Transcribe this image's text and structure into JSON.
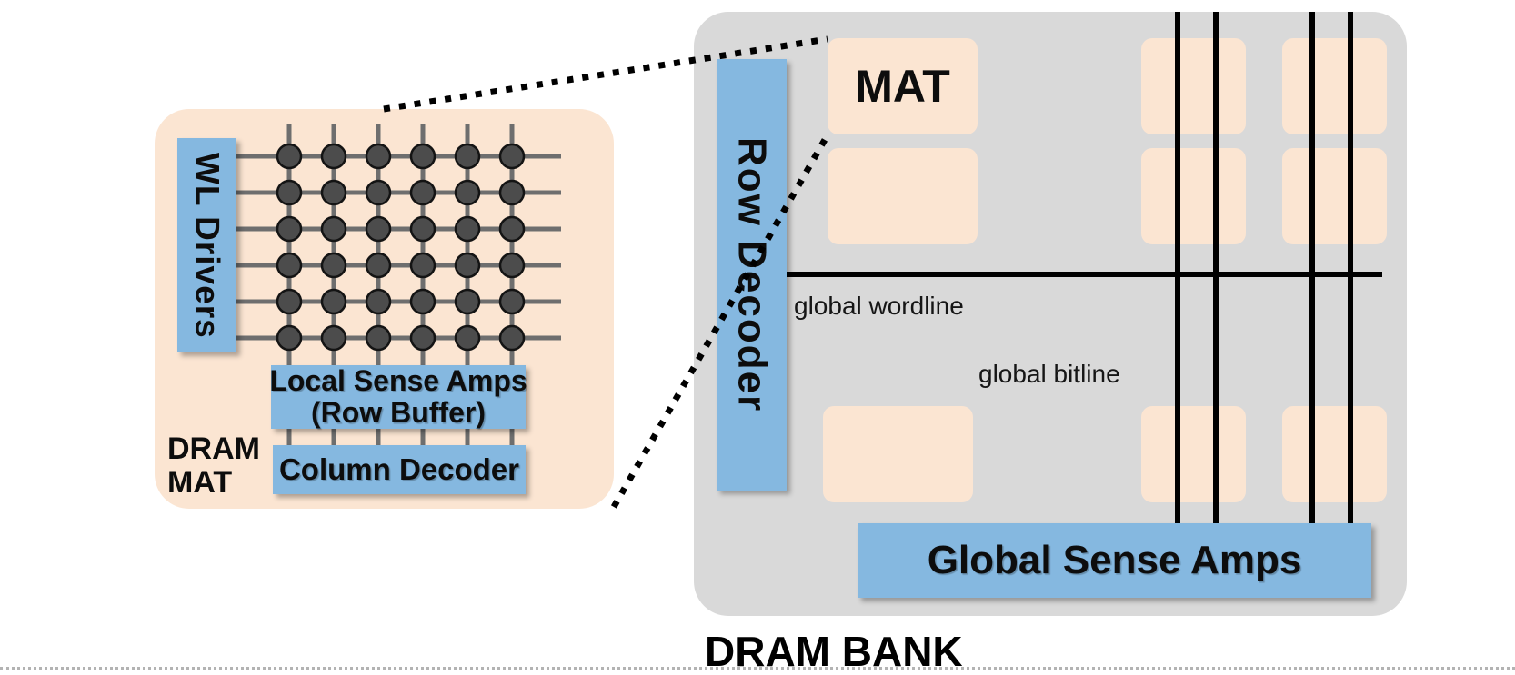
{
  "diagram": {
    "left_panel": {
      "caption_line1": "DRAM",
      "caption_line2": "MAT",
      "wl_drivers_label": "WL Drivers",
      "local_sense_amps_line1": "Local Sense Amps",
      "local_sense_amps_line2": "(Row Buffer)",
      "column_decoder_label": "Column Decoder",
      "cell_grid": {
        "rows": 6,
        "cols": 6
      }
    },
    "right_panel": {
      "caption": "DRAM BANK",
      "row_decoder_label": "Row Decoder",
      "mat_block_label": "MAT",
      "global_wordline_label": "global wordline",
      "global_bitline_label": "global bitline",
      "global_sense_amps_label": "Global Sense Amps",
      "mat_block_count": 9,
      "global_bitline_count": 4
    }
  },
  "colors": {
    "peach": "#fbe5d2",
    "blue": "#85b8e0",
    "gray": "#d9d9d9",
    "cell": "#4c4c4c",
    "wire": "#6e6e6e",
    "ink": "#111111",
    "line": "#000000",
    "separator": "#b3b3b3"
  }
}
